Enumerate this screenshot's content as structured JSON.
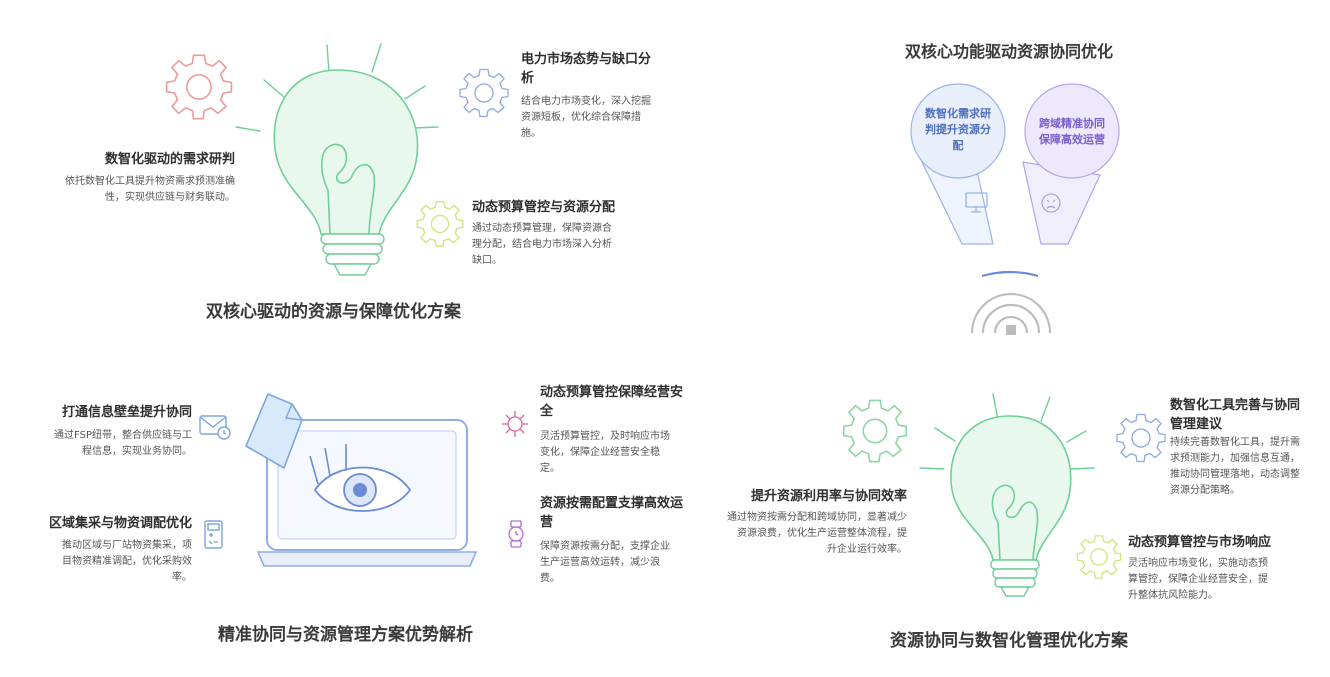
{
  "colors": {
    "bulb_fill": "#e9f8ee",
    "bulb_stroke": "#6fcf97",
    "gear_red": "#ef9a9a",
    "gear_blue": "#90a8e0",
    "gear_yellow": "#d4e27a",
    "gear_green": "#8fd4a4",
    "panel_blue": "#e8effb",
    "panel_purple": "#ede8fb",
    "accent_pink": "#d46aa0",
    "icon_blue": "#6d8ad6"
  },
  "diagram1": {
    "title": "双核心驱动的资源与保障优化方案",
    "items": [
      {
        "heading": "数智化驱动的需求研判",
        "desc": [
          "依托数智化工具提升物资需求预测准确",
          "性，实现供应链与财务联动。"
        ],
        "icon": "gear-icon"
      },
      {
        "heading": "电力市场态势与缺口分",
        "heading2": "析",
        "desc": [
          "结合电力市场变化，深入挖掘",
          "资源短板，优化综合保障措",
          "施。"
        ],
        "icon": "gear-icon"
      },
      {
        "heading": "动态预算管控与资源分配",
        "desc": [
          "通过动态预算管理，保障资源合",
          "理分配，结合电力市场深入分析",
          "缺口。"
        ],
        "icon": "gear-icon"
      }
    ]
  },
  "diagram2": {
    "title": "双核心功能驱动资源协同优化",
    "panels": [
      {
        "label": [
          "数智化需求研",
          "判提升资源分",
          "配"
        ],
        "icon": "monitor-icon"
      },
      {
        "label": [
          "跨域精准协同",
          "保障高效运营"
        ],
        "icon": "face-icon"
      }
    ]
  },
  "diagram3": {
    "title": "精准协同与资源管理方案优势解析",
    "items": [
      {
        "heading": "打通信息壁垒提升协同",
        "desc": [
          "通过FSP纽带，整合供应链与工",
          "程信息，实现业务协同。"
        ],
        "icon": "mail-clock-icon"
      },
      {
        "heading": "区域集采与物资调配优化",
        "desc": [
          "推动区域与厂站物资集采，项",
          "目物资精准调配，优化采购效",
          "率。"
        ],
        "icon": "calculator-icon"
      },
      {
        "heading": "动态预算管控保障经营安",
        "heading2": "全",
        "desc": [
          "灵活预算管控，及时响应市场",
          "变化，保障企业经营安全稳",
          "定。"
        ],
        "icon": "virus-icon"
      },
      {
        "heading": "资源按需配置支撑高效运",
        "heading2": "营",
        "desc": [
          "保障资源按需分配，支撑企业",
          "生产运营高效运转，减少浪",
          "费。"
        ],
        "icon": "watch-icon"
      }
    ]
  },
  "diagram4": {
    "title": "资源协同与数智化管理优化方案",
    "items": [
      {
        "heading": "数智化工具完善与协同",
        "heading2": "管理建议",
        "desc": [
          "持续完善数智化工具，提升需",
          "求预测能力，加强信息互通，",
          "推动协同管理落地，动态调整",
          "资源分配策略。"
        ],
        "icon": "gear-icon"
      },
      {
        "heading": "提升资源利用率与协同效率",
        "desc": [
          "通过物资按需分配和跨域协同，显著减少",
          "资源浪费，优化生产运营整体流程，提",
          "升企业运行效率。"
        ],
        "icon": "gear-icon"
      },
      {
        "heading": "动态预算管控与市场响应",
        "desc": [
          "灵活响应市场变化，实施动态预",
          "算管控，保障企业经营安全，提",
          "升整体抗风险能力。"
        ],
        "icon": "gear-icon"
      }
    ]
  }
}
